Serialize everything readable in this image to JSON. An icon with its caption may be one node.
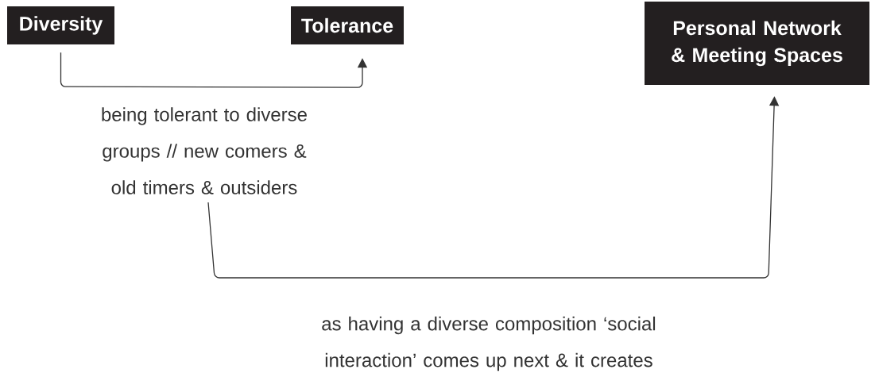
{
  "diagram": {
    "nodes": [
      {
        "text": [
          "Diversity"
        ]
      },
      {
        "text": [
          "Tolerance"
        ]
      },
      {
        "text": [
          "Personal Network & Meeting Spaces"
        ]
      },
      {
        "text": [
          "being tolerant to diverse groups // new comers & old timers & outsiders"
        ]
      }
    ],
    "edges": [
      {
        "from": 0,
        "to": 1,
        "arrow": "to"
      },
      {
        "from": 3,
        "to": 2,
        "arrow": "to",
        "label": "as having a diverse composition ‘social interaction’ comes up next & it creates"
      }
    ]
  }
}
